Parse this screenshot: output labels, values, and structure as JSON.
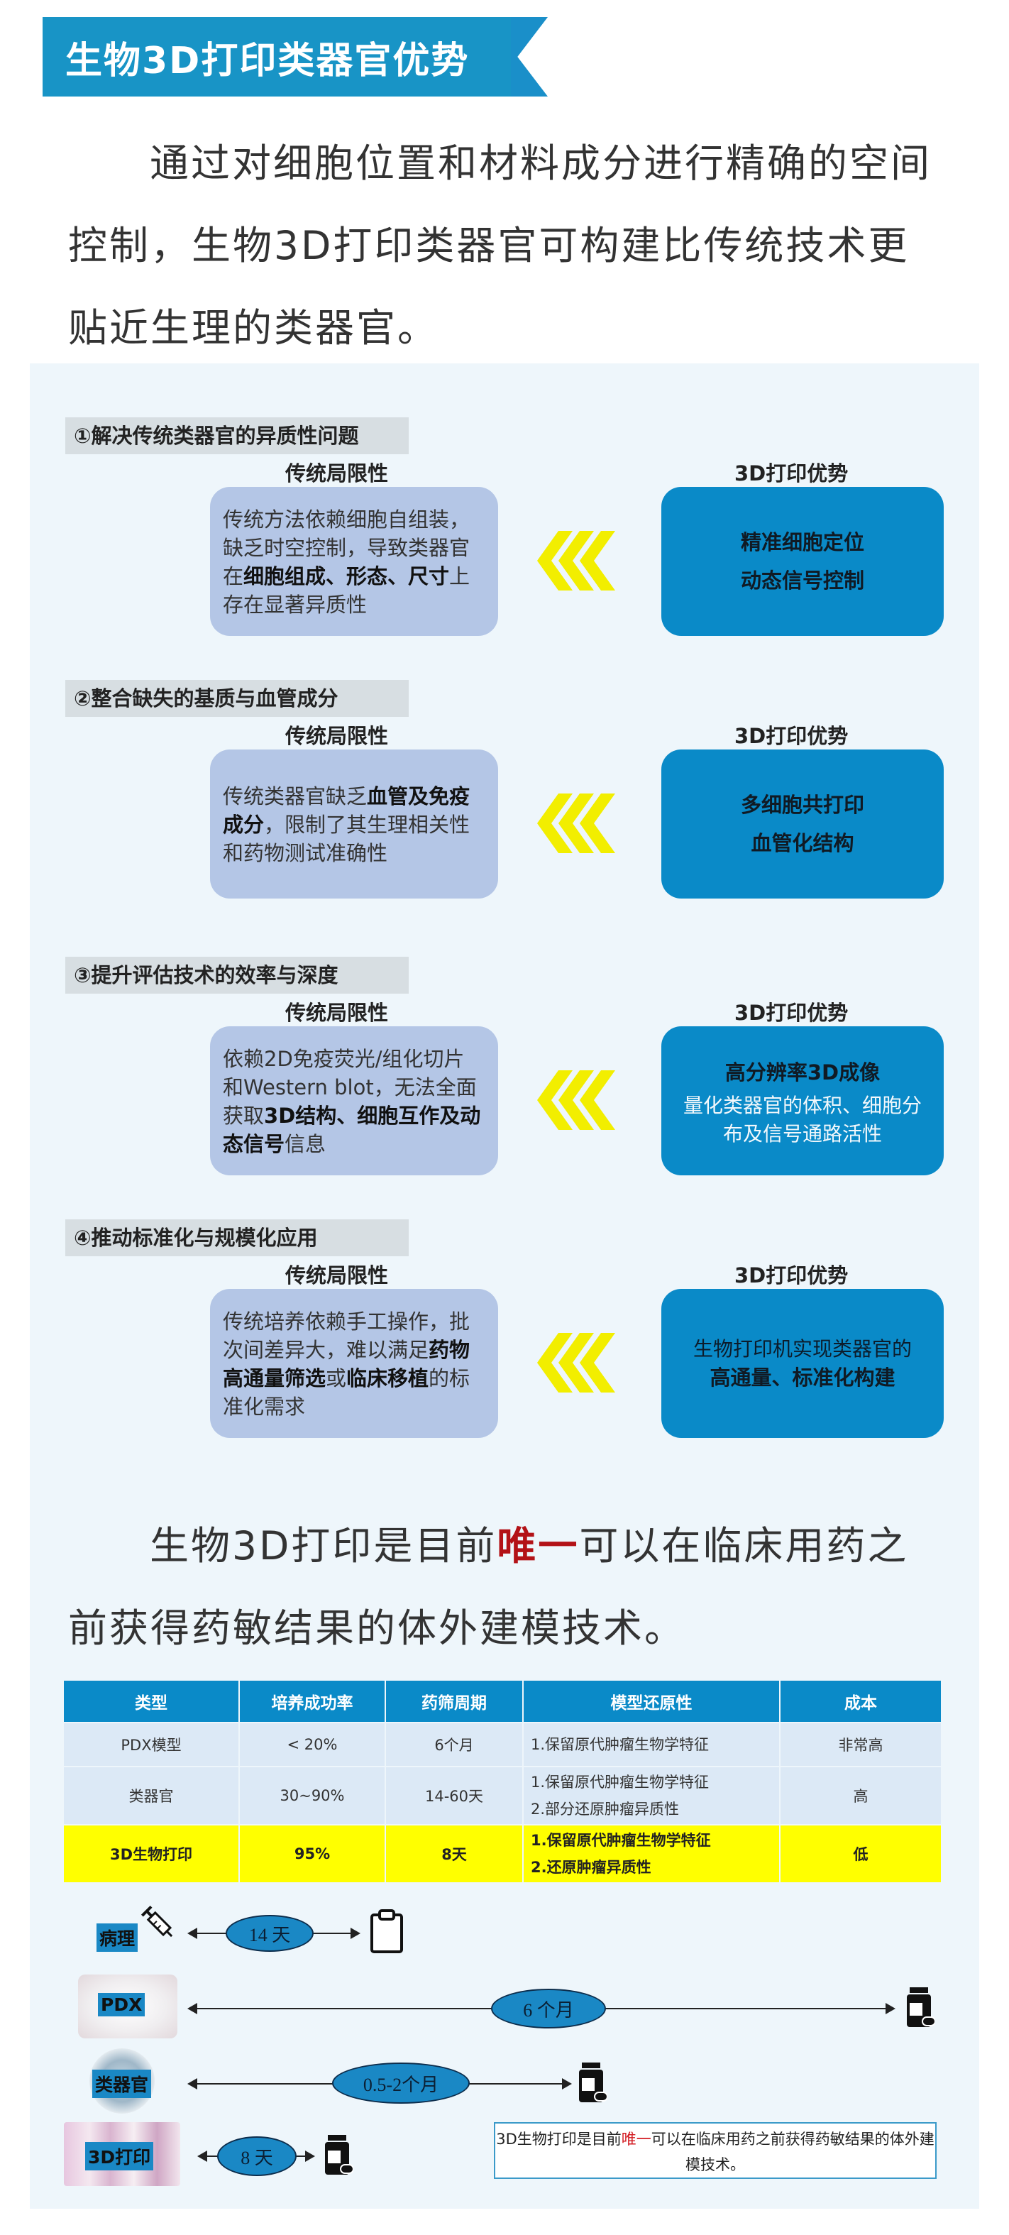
{
  "header": {
    "title": "生物3D打印类器官优势"
  },
  "intro": {
    "text": "通过对细胞位置和材料成分进行精确的空间控制，生物3D打印类器官可构建比传统技术更贴近生理的类器官。"
  },
  "sections": [
    {
      "title": "①解决传统类器官的异质性问题",
      "left_head": "传统局限性",
      "right_head": "3D打印优势",
      "left_text_a": "传统方法依赖细胞自组装，缺乏时空控制，导致类器官在",
      "left_bold": "细胞组成、形态、尺寸",
      "left_text_b": "上存在显著异质性",
      "right_line1": "精准细胞定位",
      "right_line2": "动态信号控制"
    },
    {
      "title": "②整合缺失的基质与血管成分",
      "left_head": "传统局限性",
      "right_head": "3D打印优势",
      "left_text_a": "传统类器官缺乏",
      "left_bold": "血管及免疫成分",
      "left_text_b": "，限制了其生理相关性和药物测试准确性",
      "right_line1": "多细胞共打印",
      "right_line2": "血管化结构"
    },
    {
      "title": "③提升评估技术的效率与深度",
      "left_head": "传统局限性",
      "right_head": "3D打印优势",
      "left_text_a": "依赖2D免疫荧光/组化切片和Western blot，无法全面获取",
      "left_bold": "3D结构、细胞互作及动态信号",
      "left_text_b": "信息",
      "right_line1": "高分辨率3D成像",
      "right_line2": "量化类器官的体积、细胞分布及信号通路活性"
    },
    {
      "title": "④推动标准化与规模化应用",
      "left_head": "传统局限性",
      "right_head": "3D打印优势",
      "left_text_a": "传统培养依赖手工操作，批次间差异大，难以满足",
      "left_bold": "药物高通量筛选",
      "left_text_mid": "或",
      "left_bold2": "临床移植",
      "left_text_b": "的标准化需求",
      "right_line1": "生物打印机实现类器官的",
      "right_line2": "高通量、标准化构建"
    }
  ],
  "statement": {
    "before": "生物3D打印是目前",
    "highlight": "唯一",
    "after": "可以在临床用药之前获得药敏结果的体外建模技术。"
  },
  "table": {
    "headers": [
      "类型",
      "培养成功率",
      "药筛周期",
      "模型还原性",
      "成本"
    ],
    "rows": [
      {
        "type": "PDX模型",
        "rate": "< 20%",
        "cycle": "6个月",
        "fidelity": [
          "1.保留原代肿瘤生物学特征"
        ],
        "cost": "非常高"
      },
      {
        "type": "类器官",
        "rate": "30~90%",
        "cycle": "14-60天",
        "fidelity": [
          "1.保留原代肿瘤生物学特征",
          "2.部分还原肿瘤异质性"
        ],
        "cost": "高"
      },
      {
        "type": "3D生物打印",
        "rate": "95%",
        "cycle": "8天",
        "fidelity": [
          "1.保留原代肿瘤生物学特征",
          "2.还原肿瘤异质性"
        ],
        "cost": "低"
      }
    ]
  },
  "timeline": {
    "rows": [
      {
        "label": "病理",
        "duration": "14 天",
        "end_icon": "clipboard-icon"
      },
      {
        "label": "PDX",
        "duration": "6 个月",
        "end_icon": "medicine-bottle-icon"
      },
      {
        "label": "类器官",
        "duration": "0.5-2个月",
        "end_icon": "medicine-bottle-icon"
      },
      {
        "label": "3D打印",
        "duration": "8 天",
        "end_icon": "medicine-bottle-icon"
      }
    ]
  },
  "summary": {
    "before": "3D生物打印是目前",
    "highlight": "唯一",
    "after": "可以在临床用药之前获得药敏结果的体外建模技术。"
  },
  "colors": {
    "brand_blue": "#0a8ac8",
    "box_light": "#b4c6e6",
    "highlight_yellow": "#ffff00",
    "accent_red": "#b31217",
    "arrow_yellow": "#f2ee00"
  }
}
